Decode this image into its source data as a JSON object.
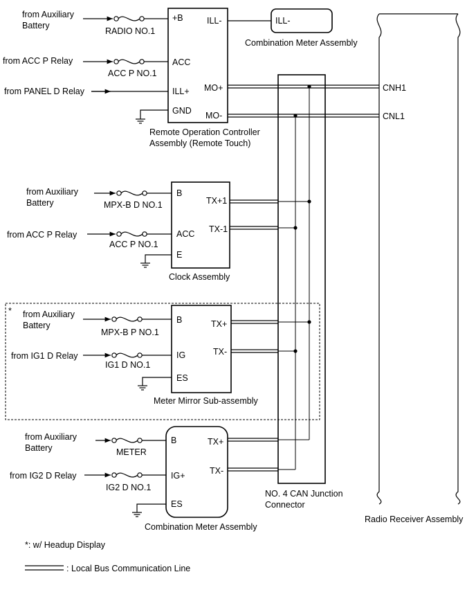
{
  "labels": {
    "src_aux_1a": "from Auxiliary",
    "src_aux_1b": "Battery",
    "fuse_radio": "RADIO NO.1",
    "src_accp_1": "from ACC P Relay",
    "fuse_accp_1": "ACC P NO.1",
    "src_panel": "from PANEL D Relay",
    "roc_b": "+B",
    "roc_acc": "ACC",
    "roc_ill": "ILL+",
    "roc_gnd": "GND",
    "roc_illm": "ILL-",
    "roc_mop": "MO+",
    "roc_mom": "MO-",
    "roc_name1": "Remote Operation Controller",
    "roc_name2": "Assembly (Remote Touch)",
    "cma_top_pin": "ILL-",
    "cma_top_name": "Combination Meter Assembly",
    "cnh": "CNH1",
    "cnl": "CNL1",
    "src_aux_2a": "from Auxiliary",
    "src_aux_2b": "Battery",
    "fuse_mpxbd": "MPX-B D NO.1",
    "src_accp_2": "from ACC P Relay",
    "fuse_accp_2": "ACC P NO.1",
    "clk_b": "B",
    "clk_acc": "ACC",
    "clk_e": "E",
    "clk_txp": "TX+1",
    "clk_txm": "TX-1",
    "clk_name": "Clock Assembly",
    "star": "*",
    "src_aux_3a": "from Auxiliary",
    "src_aux_3b": "Battery",
    "fuse_mpxbp": "MPX-B P NO.1",
    "src_ig1": "from IG1 D Relay",
    "fuse_ig1": "IG1 D NO.1",
    "mm_b": "B",
    "mm_ig": "IG",
    "mm_es": "ES",
    "mm_txp": "TX+",
    "mm_txm": "TX-",
    "mm_name": "Meter Mirror Sub-assembly",
    "src_aux_4a": "from Auxiliary",
    "src_aux_4b": "Battery",
    "fuse_meter": "METER",
    "src_ig2": "from IG2 D Relay",
    "fuse_ig2": "IG2 D NO.1",
    "cm_b": "B",
    "cm_ig": "IG+",
    "cm_es": "ES",
    "cm_txp": "TX+",
    "cm_txm": "TX-",
    "cm_name": "Combination Meter Assembly",
    "jc_name1": "NO. 4 CAN Junction",
    "jc_name2": "Connector",
    "radio_name": "Radio Receiver Assembly",
    "note": "*: w/ Headup Display",
    "legend": ": Local Bus Communication Line"
  }
}
